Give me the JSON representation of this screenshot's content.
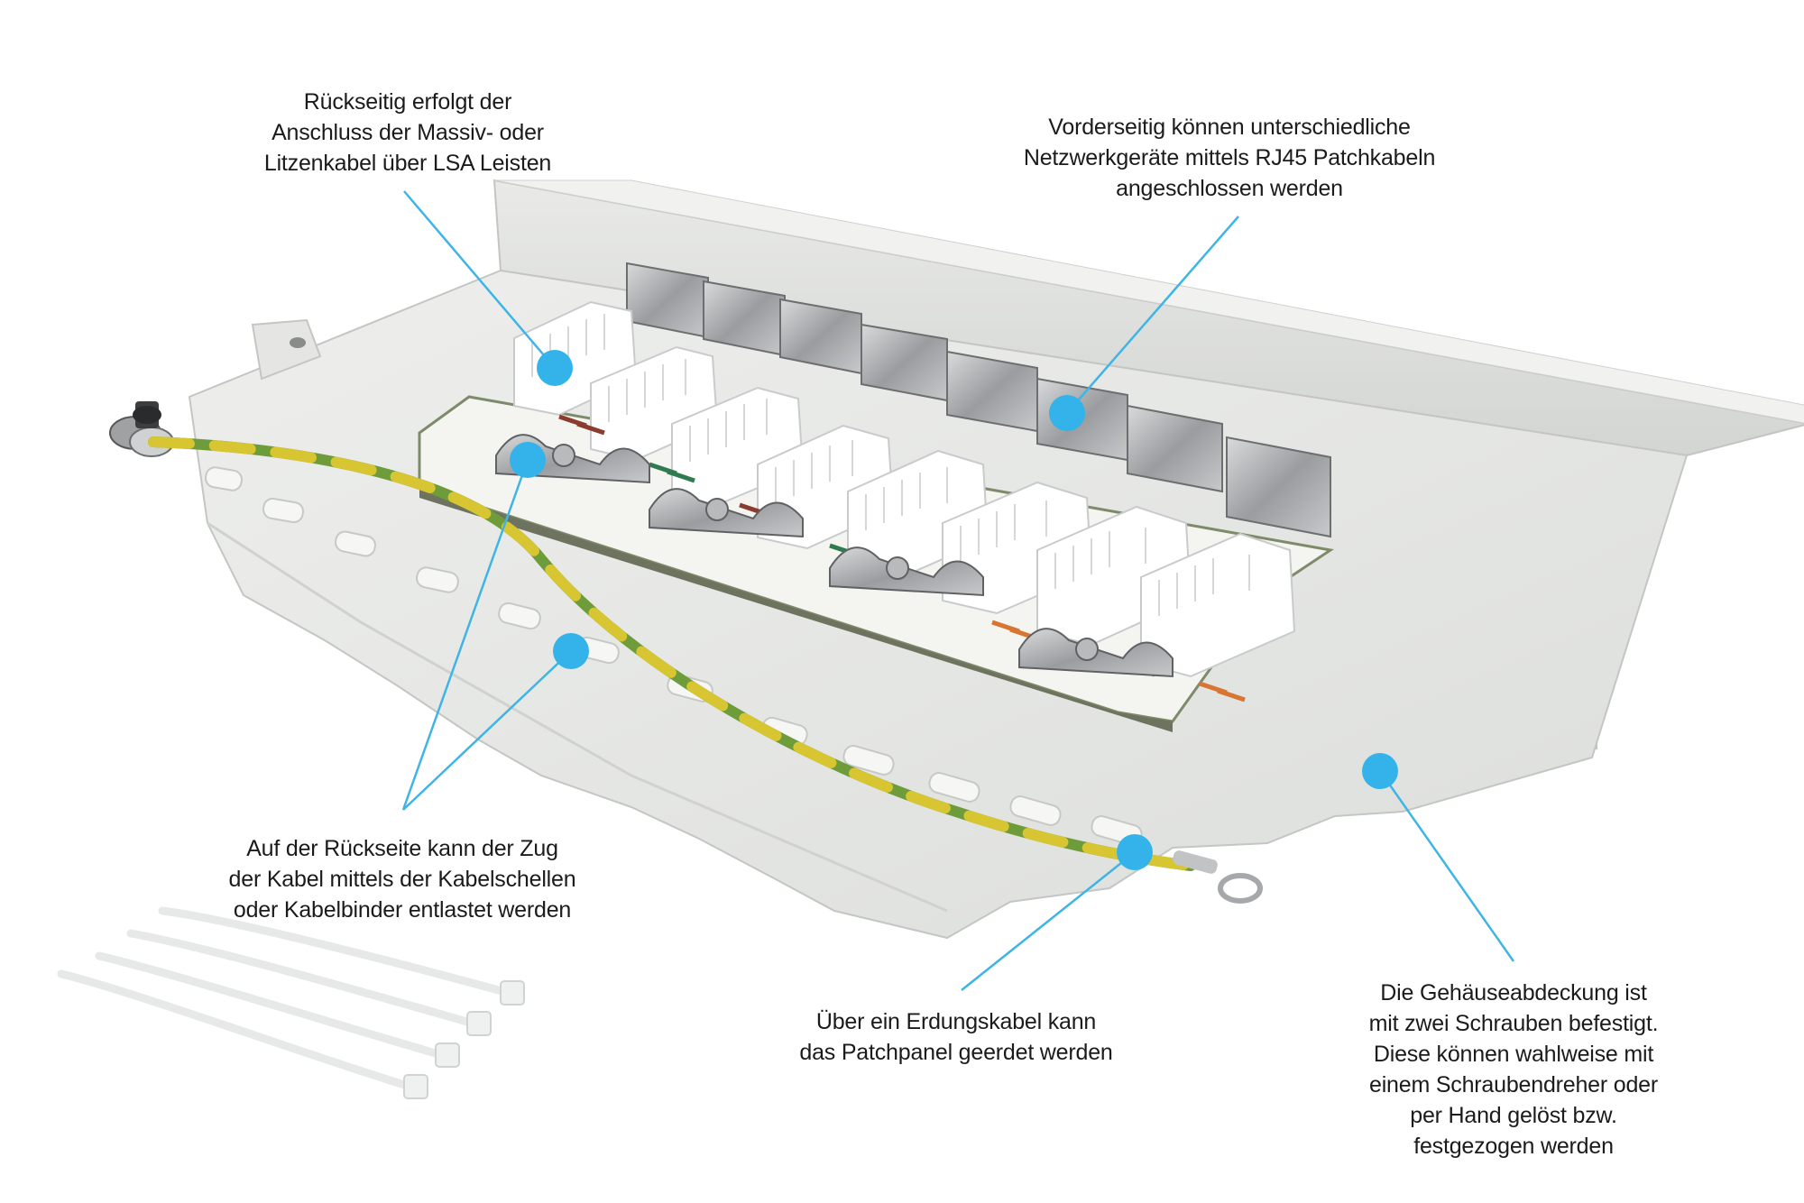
{
  "callouts": {
    "rear_connection": {
      "lines": [
        "Rückseitig erfolgt der",
        "Anschluss der Massiv- oder",
        "Litzenkabel über LSA Leisten"
      ]
    },
    "front_ports": {
      "lines": [
        "Vorderseitig können unterschiedliche",
        "Netzwerkgeräte mittels RJ45 Patchkabeln",
        "angeschlossen werden"
      ]
    },
    "strain_relief": {
      "lines": [
        "Auf der Rückseite kann der Zug",
        "der Kabel mittels der Kabelschellen",
        "oder Kabelbinder entlastet werden"
      ]
    },
    "grounding": {
      "lines": [
        "Über ein Erdungskabel kann",
        "das Patchpanel geerdet werden"
      ]
    },
    "cover": {
      "lines": [
        "Die Gehäuseabdeckung ist",
        "mit zwei Schrauben befestigt.",
        "Diese können wahlweise mit",
        "einem Schraubendreher oder",
        "per Hand gelöst bzw.",
        "festgezogen werden"
      ]
    }
  },
  "colors": {
    "marker": "#34b3ea",
    "leader_line": "#3fb4e6",
    "panel": "#e7e8e6",
    "panel_shadow": "#c9cbc8",
    "ground_wire_yellow": "#d7c531",
    "ground_wire_green": "#6e9c3a",
    "text": "#1b1b1b"
  }
}
